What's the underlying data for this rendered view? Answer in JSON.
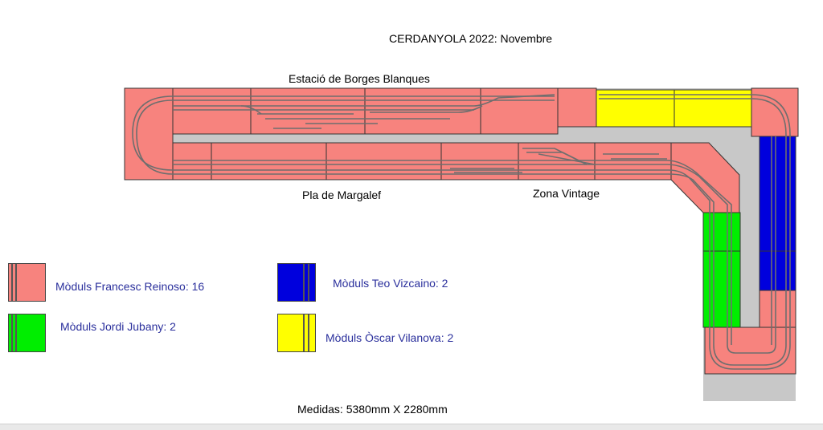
{
  "title": "CERDANYOLA 2022: Novembre",
  "labels": {
    "borges": "Estació de Borges Blanques",
    "margalef": "Pla de Margalef",
    "vintage": "Zona Vintage",
    "dimensions": "Medidas: 5380mm X 2280mm"
  },
  "colors": {
    "francesc": "#f7837e",
    "jordi": "#00ee00",
    "teo": "#0000dd",
    "oscar": "#ffff00",
    "base": "#c8c8c8",
    "track": "#6e6e6e",
    "legend_text": "#2a2f9c"
  },
  "legend": [
    {
      "owner": "francesc",
      "label": "Mòduls Francesc Reinoso: 16"
    },
    {
      "owner": "jordi",
      "label": "Mòduls Jordi Jubany: 2"
    },
    {
      "owner": "teo",
      "label": "Mòduls Teo Vizcaino: 2"
    },
    {
      "owner": "oscar",
      "label": "Mòduls Òscar Vilanova: 2"
    }
  ]
}
